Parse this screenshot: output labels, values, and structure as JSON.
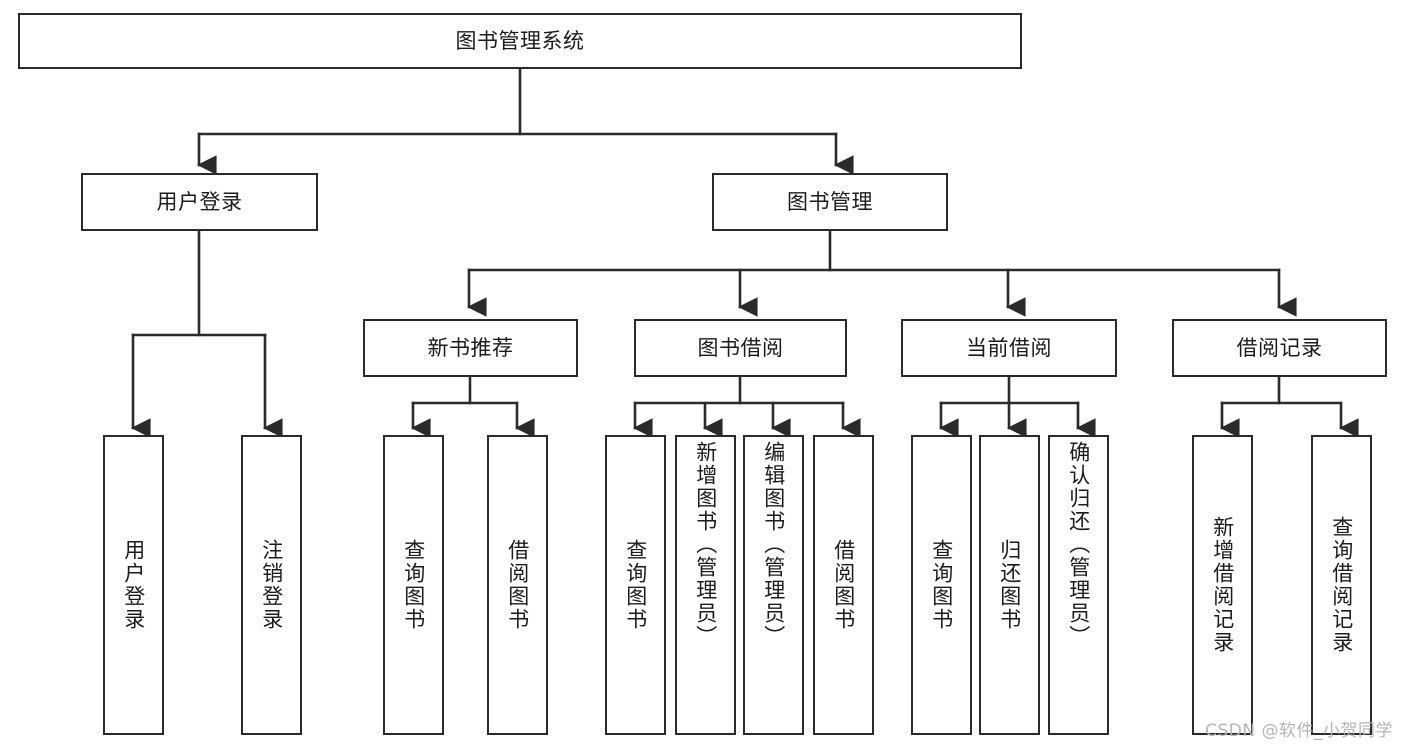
{
  "diagram": {
    "title": "图书管理系统",
    "watermark": "CSDN @软件_小贺同学",
    "line_color": "#2b2b2b",
    "box_fill": "#ffffff",
    "text_color": "#1c1c1c",
    "watermark_color": "#b6b6b6"
  },
  "levels": {
    "root": {
      "label": "图书管理系统"
    },
    "level2": [
      {
        "label": "用户登录"
      },
      {
        "label": "图书管理"
      }
    ],
    "level3": [
      {
        "label": "新书推荐"
      },
      {
        "label": "图书借阅"
      },
      {
        "label": "当前借阅"
      },
      {
        "label": "借阅记录"
      }
    ],
    "leaves": {
      "user_login": [
        {
          "label": "用户登录"
        },
        {
          "label": "注销登录"
        }
      ],
      "new_book": [
        {
          "label": "查询图书"
        },
        {
          "label": "借阅图书"
        }
      ],
      "book_borrow": [
        {
          "label": "查询图书"
        },
        {
          "label": "新增图书（管理员）"
        },
        {
          "label": "编辑图书（管理员）"
        },
        {
          "label": "借阅图书"
        }
      ],
      "current_borrow": [
        {
          "label": "查询图书"
        },
        {
          "label": "归还图书"
        },
        {
          "label": "确认归还（管理员）"
        }
      ],
      "borrow_record": [
        {
          "label": "新增借阅记录"
        },
        {
          "label": "查询借阅记录"
        }
      ]
    }
  }
}
